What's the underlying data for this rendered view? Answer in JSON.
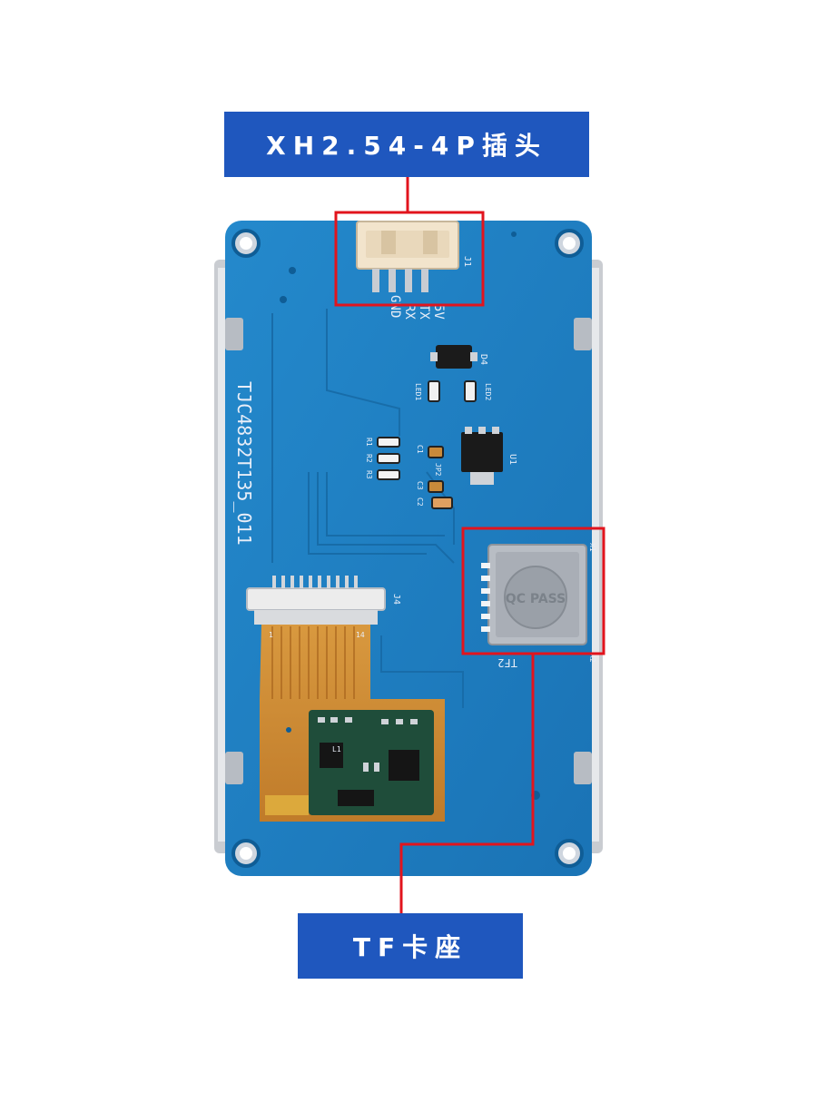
{
  "callouts": {
    "connector": "XH2.54-4P插头",
    "tf_slot": "TF卡座"
  },
  "silkscreen": {
    "model": "TJC4832T135_011",
    "pins": [
      "5V",
      "TX",
      "RX",
      "GND"
    ],
    "j1": "J1",
    "j4": "J4",
    "u1": "U1",
    "d4": "D4",
    "r_labels": [
      "R1",
      "R2",
      "R3"
    ],
    "c_labels": [
      "C1",
      "C2",
      "C3"
    ],
    "jp_labels": [
      "JP2"
    ],
    "led_labels": [
      "LED1",
      "LED2"
    ],
    "fpc_pin_labels": [
      "1",
      "14"
    ],
    "l1": "L1",
    "tf_mark": "TF2",
    "tf_marks_side": [
      "X1",
      "X2"
    ],
    "qc_pass": "QC PASS"
  },
  "colors": {
    "board": "#1e7fc1",
    "board_dark": "#1a6fab",
    "callout_bg": "#1f57be",
    "highlight": "#e2141d",
    "fpc": "#d8892a"
  }
}
